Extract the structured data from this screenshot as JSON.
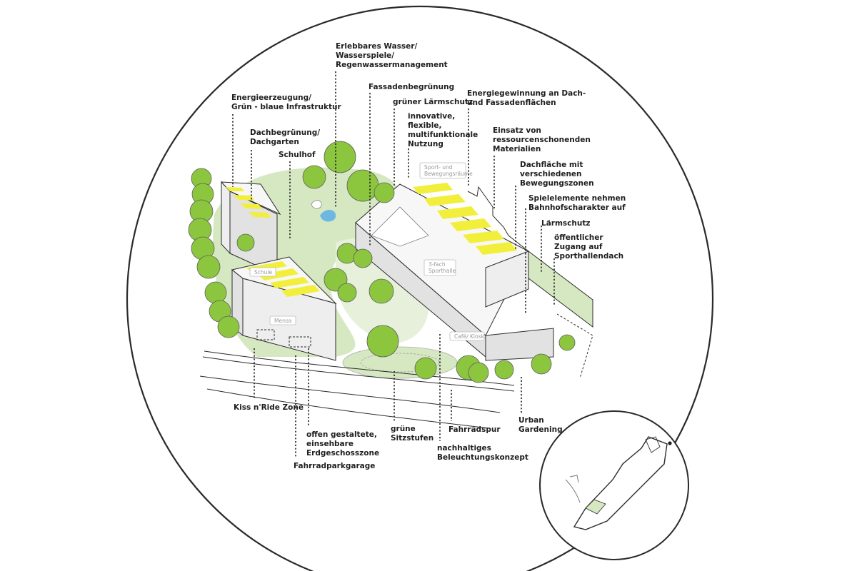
{
  "annotations": [
    {
      "id": "energie-infrastruktur",
      "lines": [
        "Energieerzeugung/",
        "Grün - blaue Infrastruktur"
      ]
    },
    {
      "id": "dachbegruenung",
      "lines": [
        "Dachbegrünung/",
        "Dachgarten"
      ]
    },
    {
      "id": "schulhof",
      "lines": [
        "Schulhof"
      ]
    },
    {
      "id": "wasser",
      "lines": [
        "Erlebbares Wasser/",
        "Wasserspiele/",
        "Regenwassermanagement"
      ]
    },
    {
      "id": "fassadenbegruenung",
      "lines": [
        "Fassadenbegrünung"
      ]
    },
    {
      "id": "gruener-laermschutz",
      "lines": [
        "grüner Lärmschutz"
      ]
    },
    {
      "id": "nutzung",
      "lines": [
        "innovative,",
        "flexible,",
        "multifunktionale",
        "Nutzung"
      ]
    },
    {
      "id": "energiegewinnung",
      "lines": [
        "Energiegewinnung an Dach-",
        "und Fassadenflächen"
      ]
    },
    {
      "id": "materialien",
      "lines": [
        "Einsatz von",
        "ressourcenschonenden",
        "Materialien"
      ]
    },
    {
      "id": "bewegungszonen",
      "lines": [
        "Dachfläche mit",
        "verschiedenen",
        "Bewegungszonen"
      ]
    },
    {
      "id": "spielelemente",
      "lines": [
        "Spielelemente nehmen",
        "Bahnhofscharakter auf"
      ]
    },
    {
      "id": "laermschutz",
      "lines": [
        "Lärmschutz"
      ]
    },
    {
      "id": "zugang",
      "lines": [
        "öffentlicher",
        "Zugang auf",
        "Sporthallendach"
      ]
    },
    {
      "id": "kiss-ride",
      "lines": [
        "Kiss n'Ride Zone"
      ]
    },
    {
      "id": "erdgeschoss",
      "lines": [
        "offen gestaltete,",
        "einsehbare",
        "Erdgeschosszone"
      ]
    },
    {
      "id": "fahrradparkgarage",
      "lines": [
        "Fahrradparkgarage"
      ]
    },
    {
      "id": "sitzstufen",
      "lines": [
        "grüne",
        "Sitzstufen"
      ]
    },
    {
      "id": "fahrradspur",
      "lines": [
        "Fahrradspur"
      ]
    },
    {
      "id": "beleuchtung",
      "lines": [
        "nachhaltiges",
        "Beleuchtungskonzept"
      ]
    },
    {
      "id": "urban-gardening",
      "lines": [
        "Urban",
        "Gardening"
      ]
    }
  ],
  "building_labels": [
    {
      "id": "schule",
      "lines": [
        "Schule"
      ]
    },
    {
      "id": "mensa",
      "lines": [
        "Mensa"
      ]
    },
    {
      "id": "sport-bewegung",
      "lines": [
        "Sport- und",
        "Bewegungsräume"
      ]
    },
    {
      "id": "sporthalle",
      "lines": [
        "3-fach",
        "Sporthalle"
      ]
    },
    {
      "id": "cafe-kiosk",
      "lines": [
        "Café/ Kiosk"
      ]
    }
  ],
  "colors": {
    "green": "#8cc63f",
    "light_green": "#d6e8c2",
    "solar_yellow": "#f2ef3c",
    "water_blue": "#6fb7e3",
    "line": "#1e1e1e"
  }
}
